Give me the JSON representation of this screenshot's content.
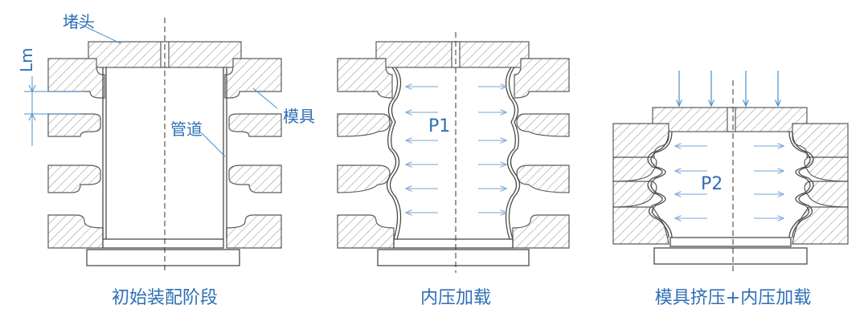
{
  "labels": {
    "plug": "堵头",
    "lm": "Lm",
    "mold": "模具",
    "pipe": "管道",
    "p1": "P1",
    "p2": "P2"
  },
  "captions": {
    "stage1": "初始装配阶段",
    "stage2": "内压加载",
    "stage3": "模具挤压+内压加载"
  },
  "colors": {
    "label": "#2e6fb4",
    "arrow": "#8fb7dd",
    "line": "#5a5a5a"
  }
}
